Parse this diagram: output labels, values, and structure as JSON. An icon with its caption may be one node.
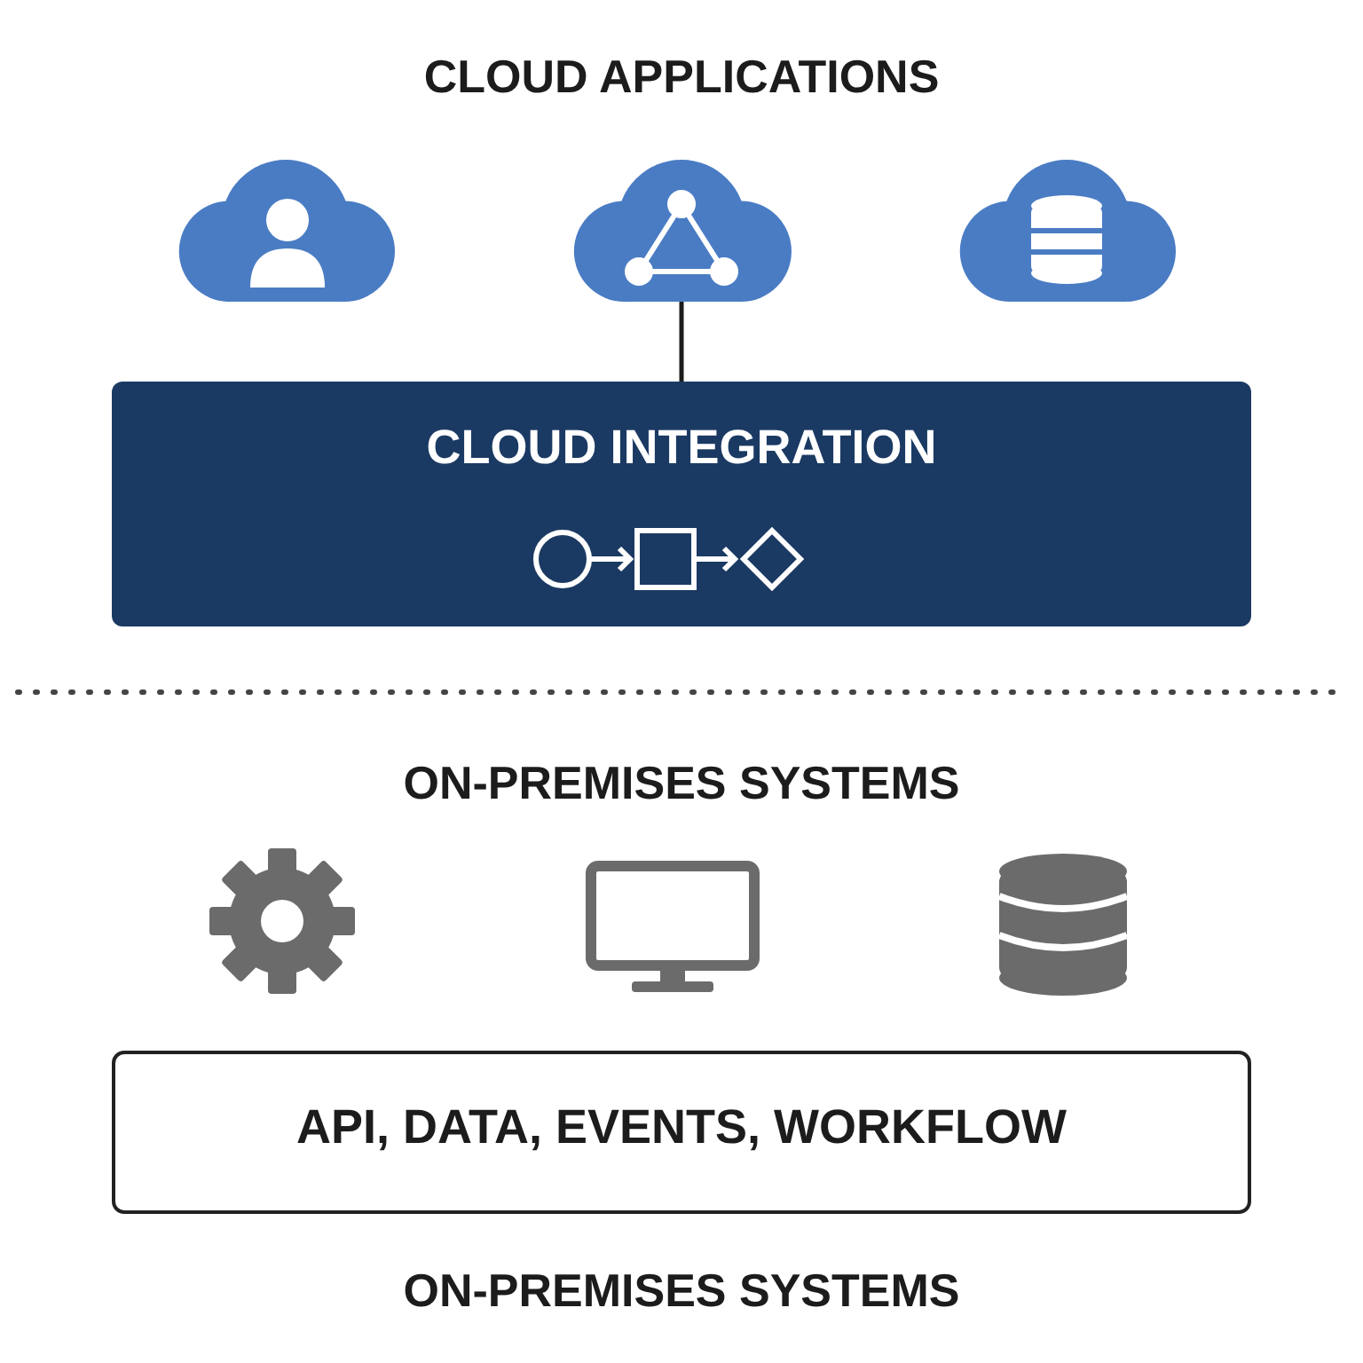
{
  "diagram": {
    "nodes": [
      {
        "text": [],
        "shape": "cloud"
      },
      {
        "text": [],
        "shape": "cloud"
      },
      {
        "text": [],
        "shape": "cloud"
      },
      {
        "text": [
          "CLOUD INTEGRATION"
        ]
      },
      {
        "text": [
          "API, DATA, EVENTS, WORKFLOW"
        ]
      }
    ],
    "edges": [
      {
        "from": 1,
        "to": 3,
        "arrow": "none"
      }
    ],
    "labels": [
      "CLOUD APPLICATIONS",
      "ON-PREMISES SYSTEMS",
      "ON-PREMISES SYSTEMS"
    ]
  }
}
